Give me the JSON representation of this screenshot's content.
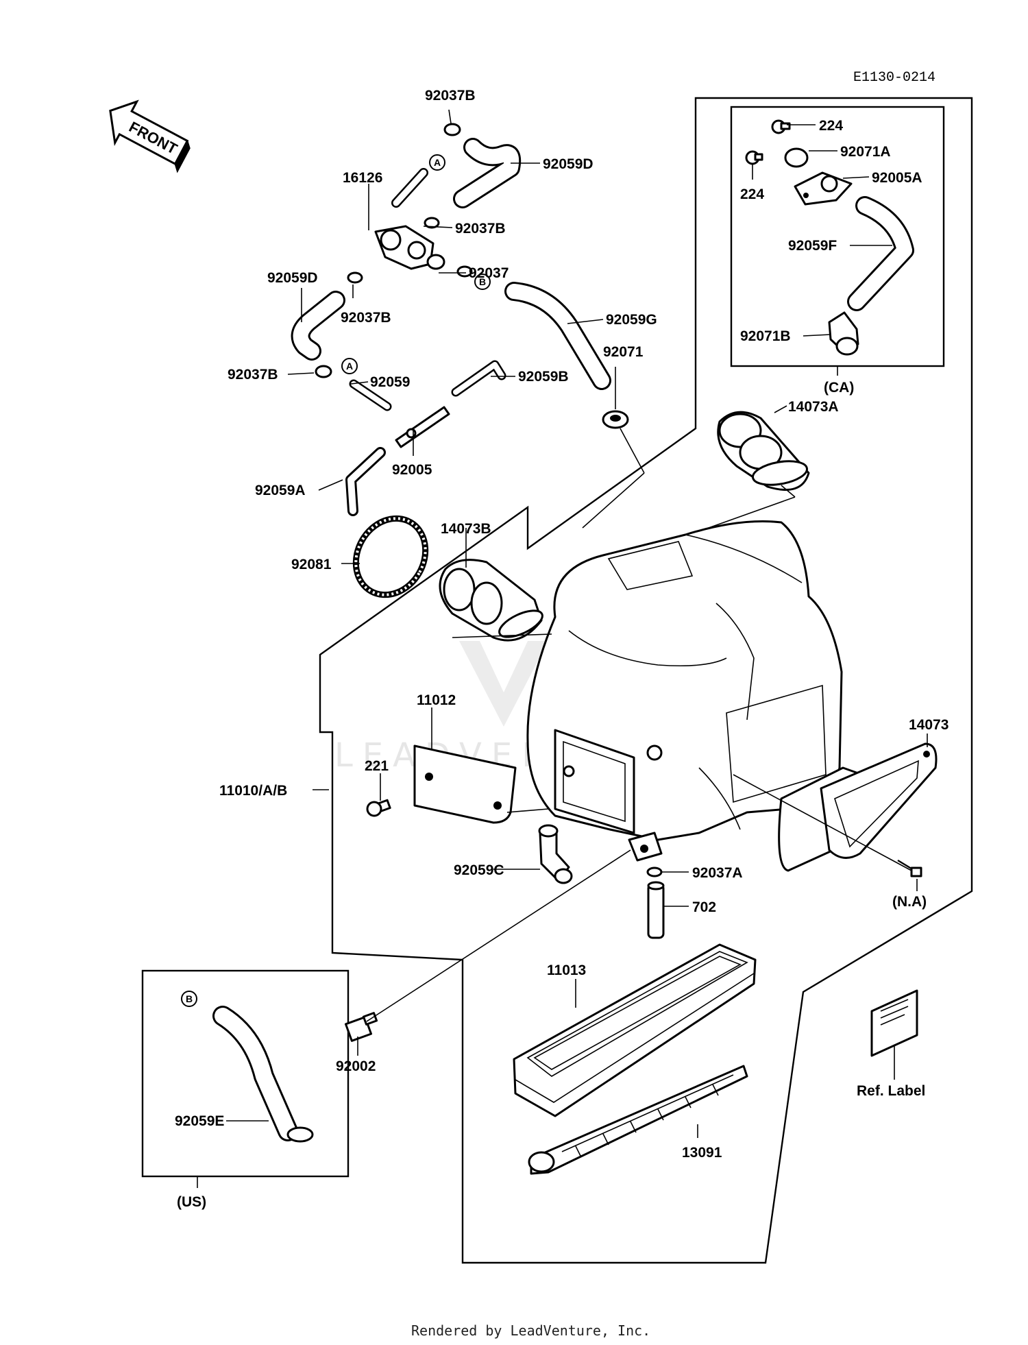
{
  "drawing_code": "E1130-0214",
  "front_arrow": {
    "label": "FRONT",
    "icon": "front-arrow-icon"
  },
  "parts": {
    "p92037B_top": "92037B",
    "p92059D_top": "92059D",
    "p16126": "16126",
    "p92037B_mid": "92037B",
    "p92037": "92037",
    "p92059D_left": "92059D",
    "p92037B_left": "92037B",
    "p92059G": "92059G",
    "p92037B_low": "92037B",
    "p92059": "92059",
    "p92059B": "92059B",
    "p92071": "92071",
    "p92005": "92005",
    "p92059A": "92059A",
    "p92081": "92081",
    "p14073B": "14073B",
    "p14073A": "14073A",
    "p224_top": "224",
    "p224_left": "224",
    "p92071A": "92071A",
    "p92005A": "92005A",
    "p92059F": "92059F",
    "p92071B": "92071B",
    "p11012": "11012",
    "p221": "221",
    "p11010AB": "11010/A/B",
    "p14073": "14073",
    "p92059C": "92059C",
    "p92037A": "92037A",
    "p702": "702",
    "p11013": "11013",
    "p92002": "92002",
    "p92059E": "92059E",
    "p13091": "13091",
    "ref_label": "Ref. Label"
  },
  "circle_refs": {
    "a1": "A",
    "a2": "A",
    "b1": "B",
    "b2": "B"
  },
  "region_labels": {
    "ca": "(CA)",
    "na": "(N.A)",
    "us": "(US)"
  },
  "footer": "Rendered by LeadVenture, Inc.",
  "watermark": "LEADVENTURE"
}
